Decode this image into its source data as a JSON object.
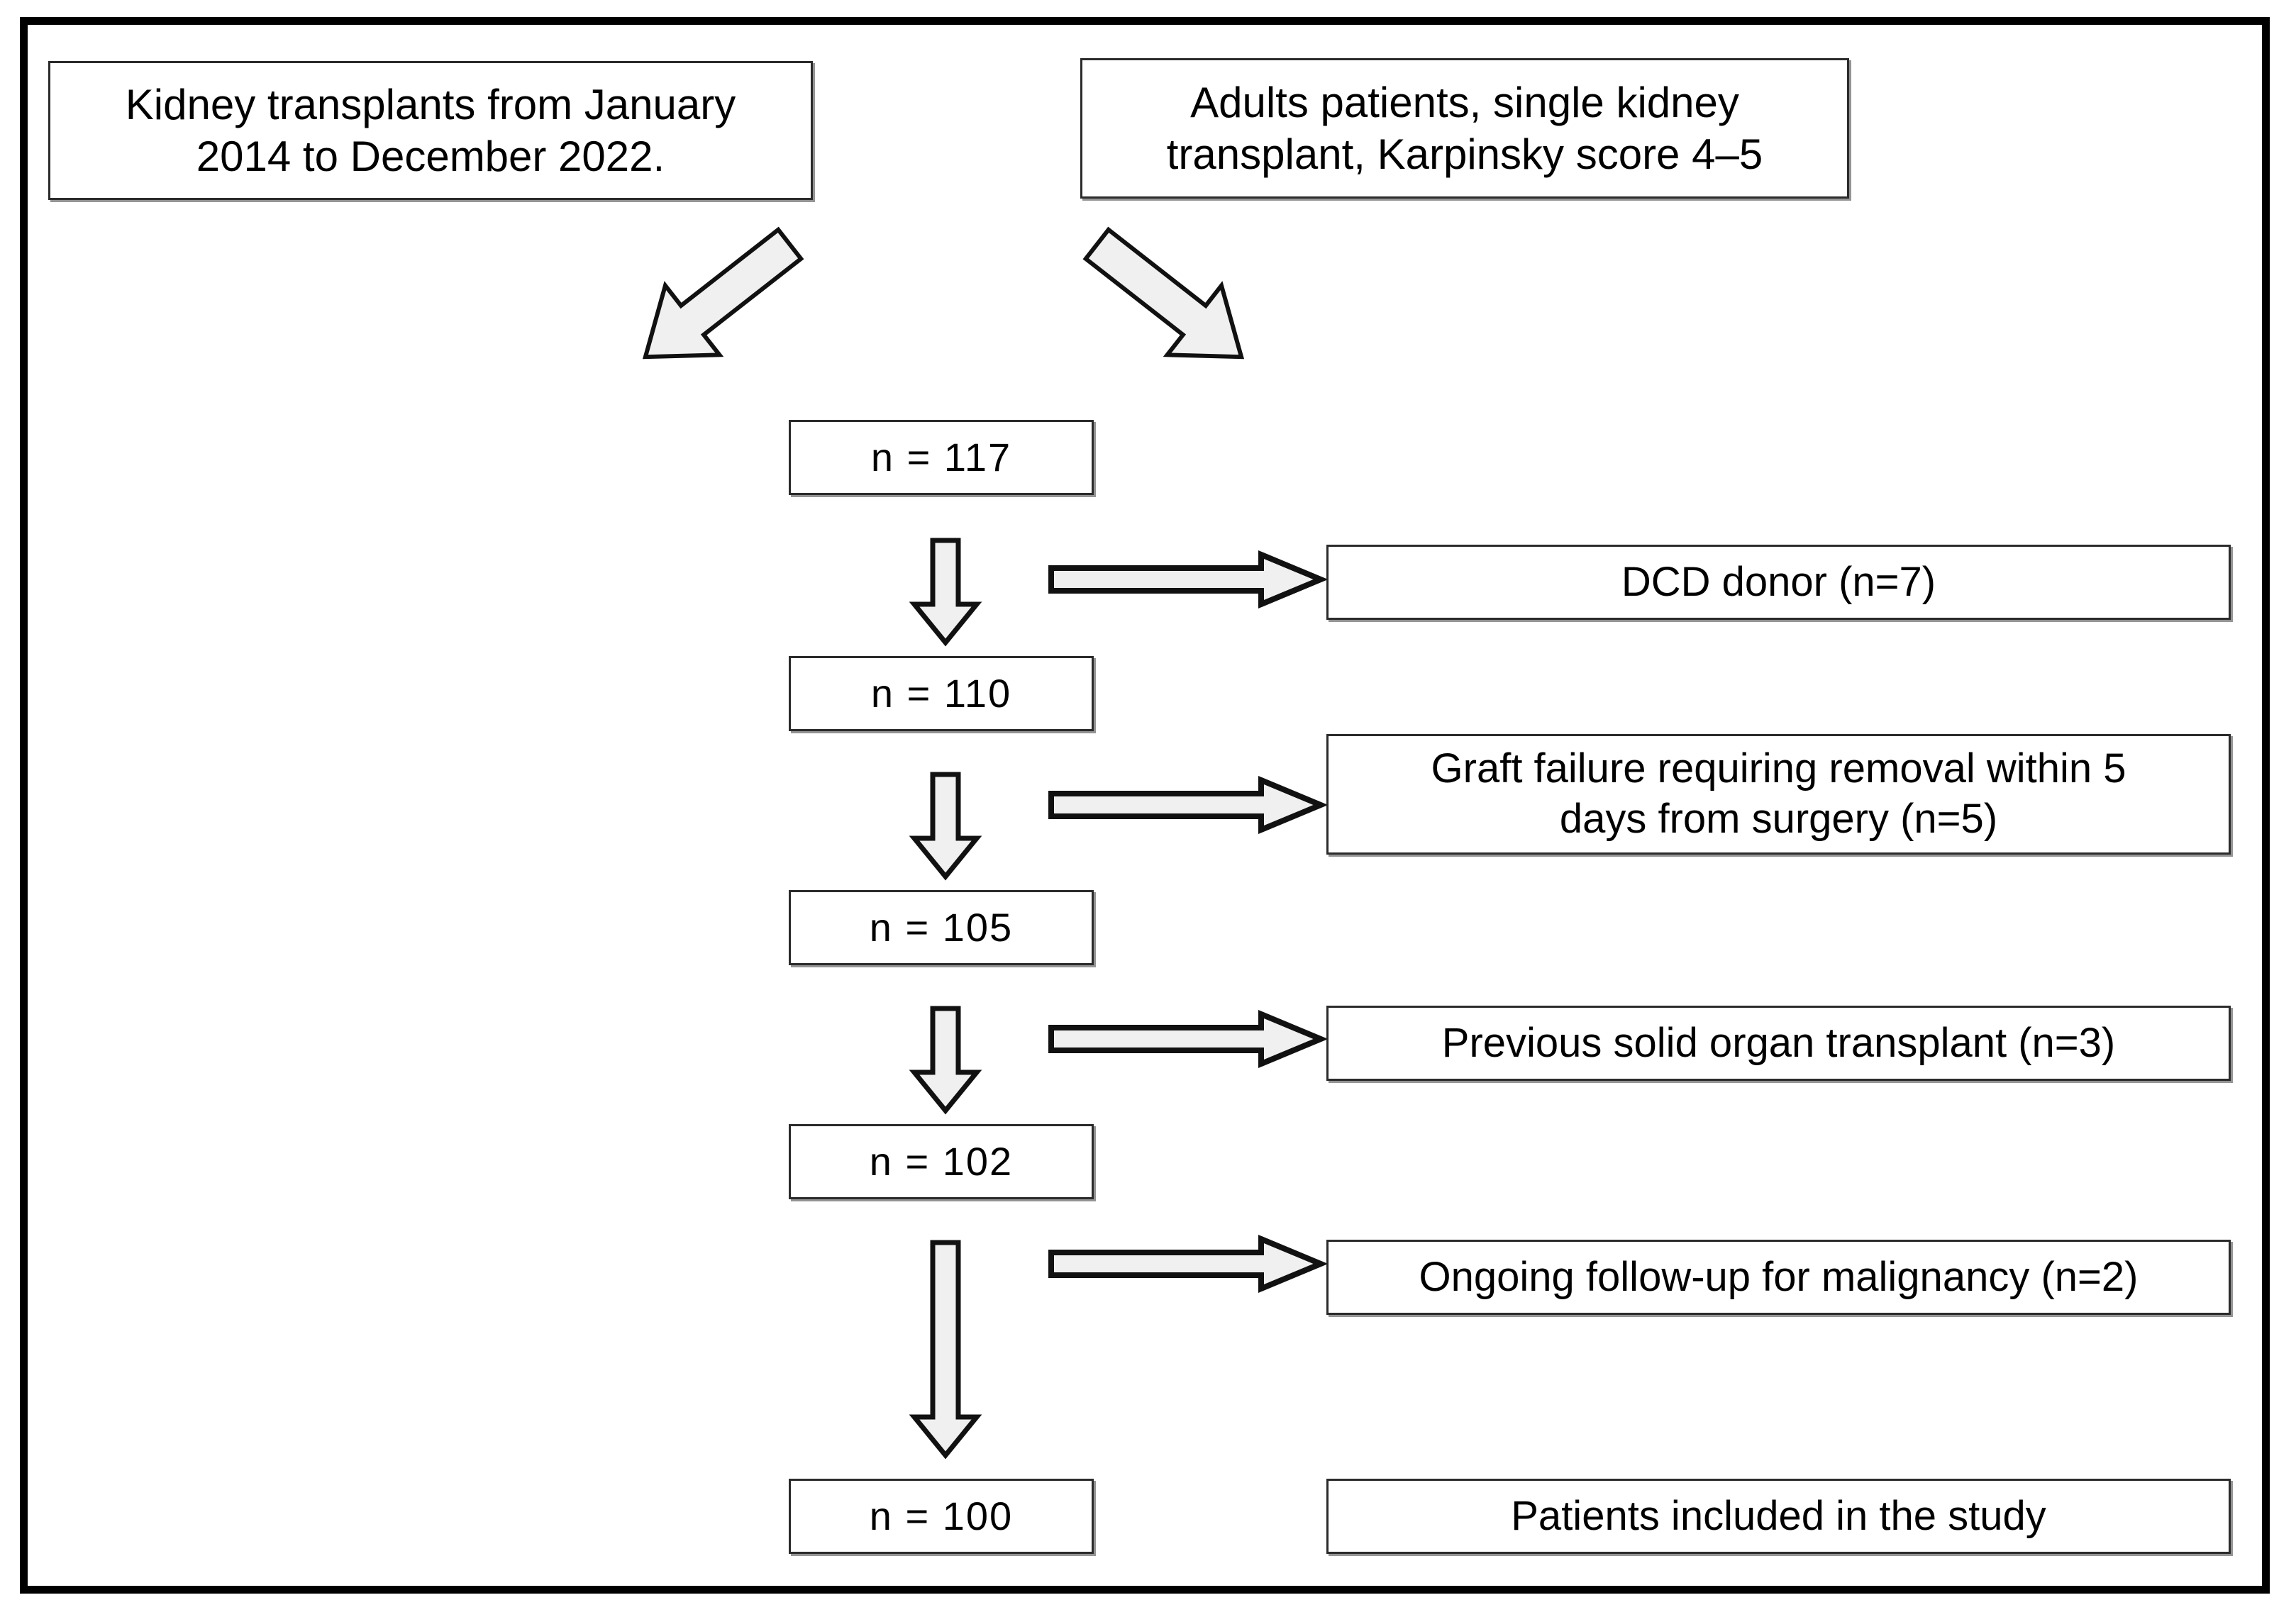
{
  "diagram": {
    "type": "study-flow-diagram",
    "title": "",
    "colors": {
      "frame": "#000000",
      "box_border": "#2b2b2b",
      "arrow_fill": "#f0f0f0",
      "arrow_stroke": "#111111",
      "background": "#ffffff",
      "text": "#000000"
    },
    "source_boxes": [
      {
        "id": "source-period",
        "lines": [
          "Kidney transplants from January",
          "2014 to December 2022."
        ]
      },
      {
        "id": "source-criteria",
        "lines": [
          "Adults patients, single kidney",
          "transplant, Karpinsky score 4–5"
        ]
      }
    ],
    "cohort_boxes": [
      {
        "id": "cohort-117",
        "label": "n = 117"
      },
      {
        "id": "cohort-110",
        "label": "n = 110"
      },
      {
        "id": "cohort-105",
        "label": "n = 105"
      },
      {
        "id": "cohort-102",
        "label": "n = 102"
      },
      {
        "id": "cohort-100",
        "label": "n = 100"
      }
    ],
    "exclusion_boxes": [
      {
        "id": "exclusion-dcd",
        "lines": [
          "DCD donor (n=7)"
        ],
        "excluded": 7
      },
      {
        "id": "exclusion-graft-failure",
        "lines": [
          "Graft failure requiring removal within 5",
          "days from surgery (n=5)"
        ],
        "excluded": 5
      },
      {
        "id": "exclusion-previous-transplant",
        "lines": [
          "Previous solid organ transplant (n=3)"
        ],
        "excluded": 3
      },
      {
        "id": "exclusion-malignancy",
        "lines": [
          "Ongoing follow-up for malignancy (n=2)"
        ],
        "excluded": 2
      }
    ],
    "outcome_box": {
      "id": "outcome-included",
      "label": "Patients included in the study"
    },
    "arrows": {
      "diagonal_left": "diagonal-arrow-down-right",
      "diagonal_right": "diagonal-arrow-down-left",
      "vertical": "vertical-arrow-down",
      "horizontal": "horizontal-arrow-right"
    }
  },
  "chart_data": {
    "type": "flowchart",
    "title": "Patient selection flow diagram",
    "nodes": [
      {
        "id": "source-period",
        "text": "Kidney transplants from January 2014 to December 2022."
      },
      {
        "id": "source-criteria",
        "text": "Adults patients, single kidney transplant, Karpinsky score 4–5"
      },
      {
        "id": "cohort-117",
        "text": "n = 117",
        "n": 117
      },
      {
        "id": "cohort-110",
        "text": "n = 110",
        "n": 110
      },
      {
        "id": "cohort-105",
        "text": "n = 105",
        "n": 105
      },
      {
        "id": "cohort-102",
        "text": "n = 102",
        "n": 102
      },
      {
        "id": "cohort-100",
        "text": "n = 100",
        "n": 100
      },
      {
        "id": "exclusion-dcd",
        "text": "DCD donor (n=7)",
        "n": 7
      },
      {
        "id": "exclusion-graft-failure",
        "text": "Graft failure requiring removal within 5 days from surgery (n=5)",
        "n": 5
      },
      {
        "id": "exclusion-previous-transplant",
        "text": "Previous solid organ transplant (n=3)",
        "n": 3
      },
      {
        "id": "exclusion-malignancy",
        "text": "Ongoing follow-up for malignancy (n=2)",
        "n": 2
      },
      {
        "id": "outcome-included",
        "text": "Patients included in the study",
        "n": 100
      }
    ],
    "edges": [
      {
        "from": "source-period",
        "to": "cohort-117",
        "style": "diagonal"
      },
      {
        "from": "source-criteria",
        "to": "cohort-117",
        "style": "diagonal"
      },
      {
        "from": "cohort-117",
        "to": "cohort-110",
        "style": "vertical"
      },
      {
        "from": "cohort-117",
        "to": "exclusion-dcd",
        "style": "horizontal"
      },
      {
        "from": "cohort-110",
        "to": "cohort-105",
        "style": "vertical"
      },
      {
        "from": "cohort-110",
        "to": "exclusion-graft-failure",
        "style": "horizontal"
      },
      {
        "from": "cohort-105",
        "to": "cohort-102",
        "style": "vertical"
      },
      {
        "from": "cohort-105",
        "to": "exclusion-previous-transplant",
        "style": "horizontal"
      },
      {
        "from": "cohort-102",
        "to": "cohort-100",
        "style": "vertical"
      },
      {
        "from": "cohort-102",
        "to": "exclusion-malignancy",
        "style": "horizontal"
      }
    ]
  }
}
